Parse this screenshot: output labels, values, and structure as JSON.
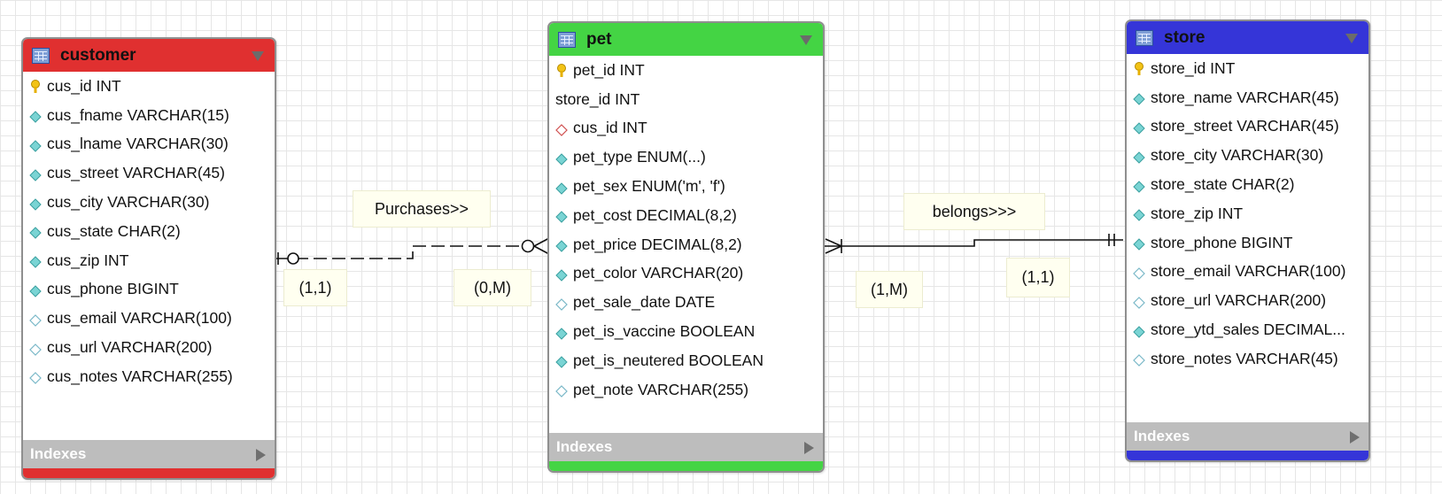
{
  "tables": {
    "customer": {
      "title": "customer",
      "color": "#e03030",
      "columns": [
        {
          "text": "cus_id INT",
          "icon": "key-icon"
        },
        {
          "text": "cus_fname VARCHAR(15)",
          "icon": "diamond-filled-icon"
        },
        {
          "text": "cus_lname VARCHAR(30)",
          "icon": "diamond-filled-icon"
        },
        {
          "text": "cus_street VARCHAR(45)",
          "icon": "diamond-filled-icon"
        },
        {
          "text": "cus_city VARCHAR(30)",
          "icon": "diamond-filled-icon"
        },
        {
          "text": "cus_state CHAR(2)",
          "icon": "diamond-filled-icon"
        },
        {
          "text": "cus_zip INT",
          "icon": "diamond-filled-icon"
        },
        {
          "text": "cus_phone BIGINT",
          "icon": "diamond-filled-icon"
        },
        {
          "text": "cus_email VARCHAR(100)",
          "icon": "diamond-empty-icon"
        },
        {
          "text": "cus_url VARCHAR(200)",
          "icon": "diamond-empty-icon"
        },
        {
          "text": "cus_notes VARCHAR(255)",
          "icon": "diamond-empty-icon"
        }
      ],
      "indexes_label": "Indexes"
    },
    "pet": {
      "title": "pet",
      "color": "#44d444",
      "columns": [
        {
          "text": "pet_id INT",
          "icon": "key-icon"
        },
        {
          "text": "store_id INT",
          "icon": "none"
        },
        {
          "text": "cus_id INT",
          "icon": "diamond-fk-icon"
        },
        {
          "text": "pet_type ENUM(...)",
          "icon": "diamond-filled-icon"
        },
        {
          "text": "pet_sex ENUM('m', 'f')",
          "icon": "diamond-filled-icon"
        },
        {
          "text": "pet_cost DECIMAL(8,2)",
          "icon": "diamond-filled-icon"
        },
        {
          "text": "pet_price DECIMAL(8,2)",
          "icon": "diamond-filled-icon"
        },
        {
          "text": "pet_color VARCHAR(20)",
          "icon": "diamond-filled-icon"
        },
        {
          "text": "pet_sale_date DATE",
          "icon": "diamond-empty-icon"
        },
        {
          "text": "pet_is_vaccine BOOLEAN",
          "icon": "diamond-filled-icon"
        },
        {
          "text": "pet_is_neutered BOOLEAN",
          "icon": "diamond-filled-icon"
        },
        {
          "text": "pet_note VARCHAR(255)",
          "icon": "diamond-empty-icon"
        }
      ],
      "indexes_label": "Indexes"
    },
    "store": {
      "title": "store",
      "color": "#3535d8",
      "columns": [
        {
          "text": "store_id INT",
          "icon": "key-icon"
        },
        {
          "text": "store_name VARCHAR(45)",
          "icon": "diamond-filled-icon"
        },
        {
          "text": "store_street VARCHAR(45)",
          "icon": "diamond-filled-icon"
        },
        {
          "text": "store_city VARCHAR(30)",
          "icon": "diamond-filled-icon"
        },
        {
          "text": "store_state CHAR(2)",
          "icon": "diamond-filled-icon"
        },
        {
          "text": "store_zip INT",
          "icon": "diamond-filled-icon"
        },
        {
          "text": "store_phone BIGINT",
          "icon": "diamond-filled-icon"
        },
        {
          "text": "store_email VARCHAR(100)",
          "icon": "diamond-empty-icon"
        },
        {
          "text": "store_url VARCHAR(200)",
          "icon": "diamond-empty-icon"
        },
        {
          "text": "store_ytd_sales DECIMAL...",
          "icon": "diamond-filled-icon"
        },
        {
          "text": "store_notes VARCHAR(45)",
          "icon": "diamond-empty-icon"
        }
      ],
      "indexes_label": "Indexes"
    }
  },
  "relationships": {
    "purchases": {
      "label": "Purchases>>",
      "from_cardinality": "(1,1)",
      "to_cardinality": "(0,M)"
    },
    "belongs": {
      "label": "belongs>>>",
      "from_cardinality": "(1,M)",
      "to_cardinality": "(1,1)"
    }
  }
}
